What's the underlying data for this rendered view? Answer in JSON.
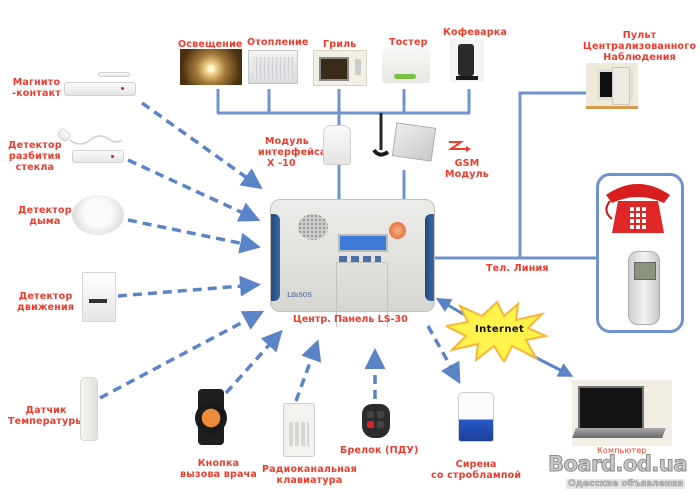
{
  "title": "Схема охранной системы LS-30",
  "central_panel": {
    "label": "Центр. Панель LS-30",
    "brand": "LifeSOS"
  },
  "appliances": [
    {
      "id": "lighting",
      "label": "Освещение",
      "icon": "chandelier-icon"
    },
    {
      "id": "heating",
      "label": "Отопление",
      "icon": "radiator-icon"
    },
    {
      "id": "grill",
      "label": "Гриль",
      "icon": "microwave-icon"
    },
    {
      "id": "toaster",
      "label": "Тостер",
      "icon": "toaster-icon"
    },
    {
      "id": "coffee",
      "label": "Кофеварка",
      "icon": "coffee-maker-icon"
    }
  ],
  "modules": {
    "x10": {
      "label_lines": [
        "Модуль",
        "интерфейса",
        "X -10"
      ]
    },
    "gsm": {
      "label_lines": [
        "GSM",
        "Модуль"
      ]
    }
  },
  "monitoring": {
    "label_lines": [
      "Пульт",
      "Централизованного",
      "Наблюдения"
    ]
  },
  "phone_line": {
    "label": "Тел. Линия"
  },
  "internet": {
    "label": "Internet"
  },
  "sensors_left": [
    {
      "id": "magnetic",
      "label_lines": [
        "Магнито",
        "-контакт"
      ]
    },
    {
      "id": "glass-break",
      "label_lines": [
        "Детектор",
        "разбития",
        "стекла"
      ]
    },
    {
      "id": "smoke",
      "label_lines": [
        "Детектор",
        "дыма"
      ]
    },
    {
      "id": "motion",
      "label_lines": [
        "Детектор",
        "движения"
      ]
    },
    {
      "id": "temperature",
      "label_lines": [
        "Датчик",
        "Температуры"
      ]
    }
  ],
  "devices_bottom": [
    {
      "id": "panic-button",
      "label_lines": [
        "Кнопка",
        "вызова врача"
      ]
    },
    {
      "id": "keypad",
      "label_lines": [
        "Радиоканальная",
        "клавиатура"
      ]
    },
    {
      "id": "keyfob",
      "label_lines": [
        "Брелок (ПДУ)"
      ]
    },
    {
      "id": "siren",
      "label_lines": [
        "Сирена",
        "со строблампой"
      ]
    },
    {
      "id": "computer",
      "label_lines": [
        "Компьютер"
      ]
    }
  ],
  "watermark": {
    "main": "Board.od.ua",
    "sub": "Одесские объявления"
  },
  "colors": {
    "label_red": "#ee3b2b",
    "wire_blue": "#6f93cf",
    "arrow_blue": "#5b84c8",
    "burst_yellow": "#fff24a",
    "burst_orange": "#f7b53b"
  }
}
